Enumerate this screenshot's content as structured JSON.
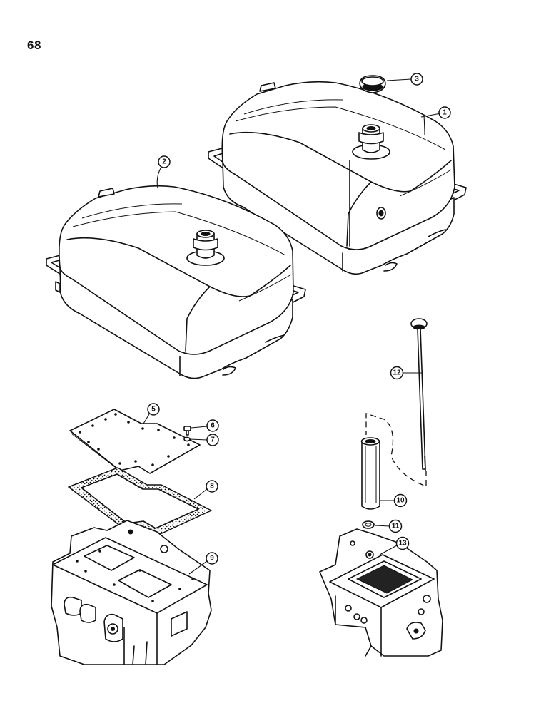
{
  "page_number": "68",
  "callouts": {
    "c1": "1",
    "c2": "2",
    "c3": "3",
    "c5": "5",
    "c6": "6",
    "c7": "7",
    "c8": "8",
    "c9": "9",
    "c10": "10",
    "c11": "11",
    "c12": "12",
    "c13": "13"
  }
}
